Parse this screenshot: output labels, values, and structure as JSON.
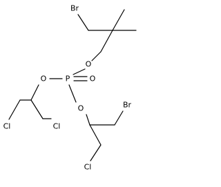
{
  "molecule": {
    "atoms": {
      "br_top": "Br",
      "o_upper": "O",
      "o_left": "O",
      "p_center": "P",
      "o_double": "O",
      "o_lower": "O",
      "br_right": "Br",
      "cl_left_a": "Cl",
      "cl_left_b": "Cl",
      "cl_bottom": "Cl"
    }
  }
}
